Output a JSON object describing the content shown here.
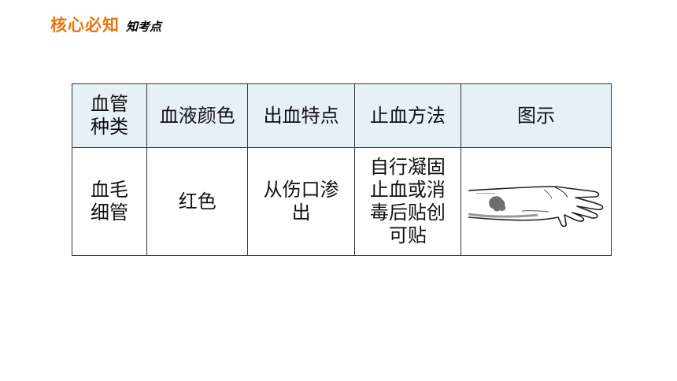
{
  "header": {
    "main": "核心必知",
    "sub": "知考点"
  },
  "colors": {
    "header_accent": "#E8740C",
    "table_header_bg": "#E6F1F6",
    "border": "#333333",
    "wound": "#6E6E6E"
  },
  "table": {
    "headers": [
      "血管种类",
      "血液颜色",
      "出血特点",
      "止血方法",
      "图示"
    ],
    "rows": [
      {
        "vessel_type": "血毛细管",
        "blood_color": "红色",
        "bleeding_trait": "从伤口渗出",
        "method": "自行凝固止血或消毒后贴创可贴",
        "illustration_icon": "bleeding-hand-icon"
      }
    ]
  }
}
